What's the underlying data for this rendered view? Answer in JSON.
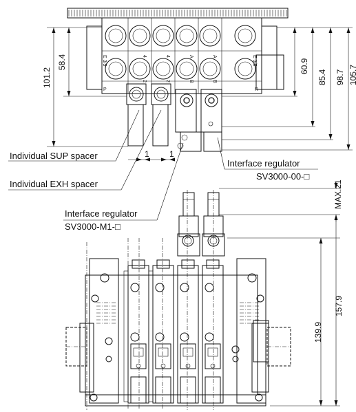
{
  "dimensions": {
    "top_view": [
      "101.2",
      "58.4",
      "60.9",
      "85.4",
      "98.7",
      "105.7"
    ],
    "spacer_gap": [
      "1",
      "1"
    ],
    "front_view": [
      "MAX.21",
      "139.9",
      "157.9"
    ]
  },
  "callouts": {
    "individual_sup_spacer": "Individual SUP spacer",
    "individual_exh_spacer": "Individual EXH spacer",
    "interface_regulator_a": "Interface regulator",
    "interface_regulator_a_part": "SV3000-00-□",
    "interface_regulator_b": "Interface regulator",
    "interface_regulator_b_part": "SV3000-M1-□"
  },
  "port_marks": [
    "P",
    "E 3/5",
    "4",
    "2",
    "A",
    "B",
    "R"
  ]
}
